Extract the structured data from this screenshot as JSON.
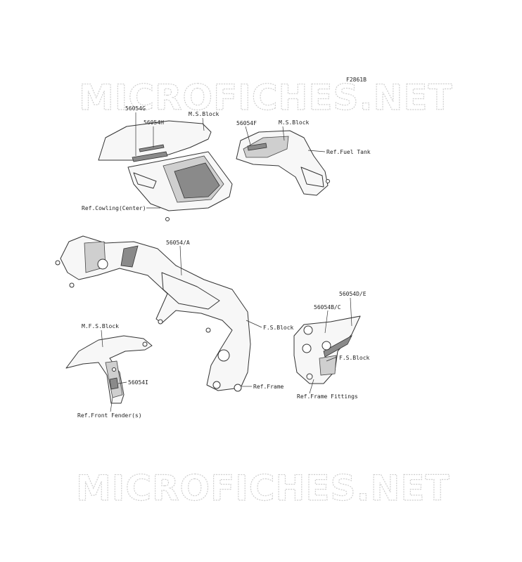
{
  "watermark": {
    "top": "MICROFICHES.NET",
    "bottom": "MICROFICHES.NET"
  },
  "figure_code": "F2861B",
  "labels": {
    "p56054g": "56054G",
    "p56054h": "56054H",
    "ms_block_1": "M.S.Block",
    "p56054f": "56054F",
    "ms_block_2": "M.S.Block",
    "ref_fuel_tank": "Ref.Fuel Tank",
    "ref_cowling": "Ref.Cowling(Center)",
    "p56054a": "56054/A",
    "mfs_block": "M.F.S.Block",
    "fs_block_1": "F.S.Block",
    "p56054de": "56054D/E",
    "p56054bc": "56054B/C",
    "fs_block_2": "F.S.Block",
    "p56054i": "56054I",
    "ref_frame": "Ref.Frame",
    "ref_frame_fittings": "Ref.Frame Fittings",
    "ref_front_fender": "Ref.Front Fender(s)"
  },
  "colors": {
    "line": "#333333",
    "watermark": "#cfcfcf",
    "decal": "#8a8a8a"
  }
}
